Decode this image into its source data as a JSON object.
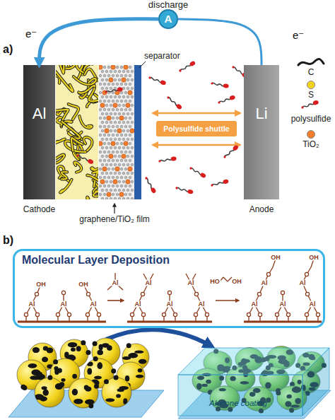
{
  "diagram": {
    "nodes": [
      {
        "text": [
          "discharge",
          "A"
        ]
      },
      {
        "text": [
          "Al",
          "Cathode"
        ]
      },
      {
        "text": [
          "Polysulfide shuttle"
        ]
      },
      {
        "text": [
          "Li",
          "Anode"
        ]
      },
      {
        "text": [
          "Molecular Layer Deposition"
        ]
      },
      {
        "text": [
          "Alucone coating"
        ]
      }
    ],
    "edges": [
      {
        "from": 0,
        "to": 1,
        "label": "e⁻",
        "arrow": "to"
      },
      {
        "from": 3,
        "to": 0,
        "label": "e⁻",
        "arrow": "none"
      }
    ],
    "labels": [
      "a)",
      "separator",
      "graphene/TiO₂ film",
      "b)",
      "OH",
      "Al",
      "Al",
      "Al",
      "OH",
      "Al",
      "Al",
      "Al",
      "Al",
      "Al",
      "Al",
      "HO",
      "OH",
      "Al",
      "Al",
      "Al",
      "Al",
      "Al",
      "OH",
      "OH"
    ],
    "legend": [
      {
        "text": "C"
      },
      {
        "text": "S",
        "color": "#f2d31c"
      },
      {
        "text": "polysulfide"
      },
      {
        "text": "TiO₂",
        "color": "#f07c2c"
      }
    ]
  }
}
